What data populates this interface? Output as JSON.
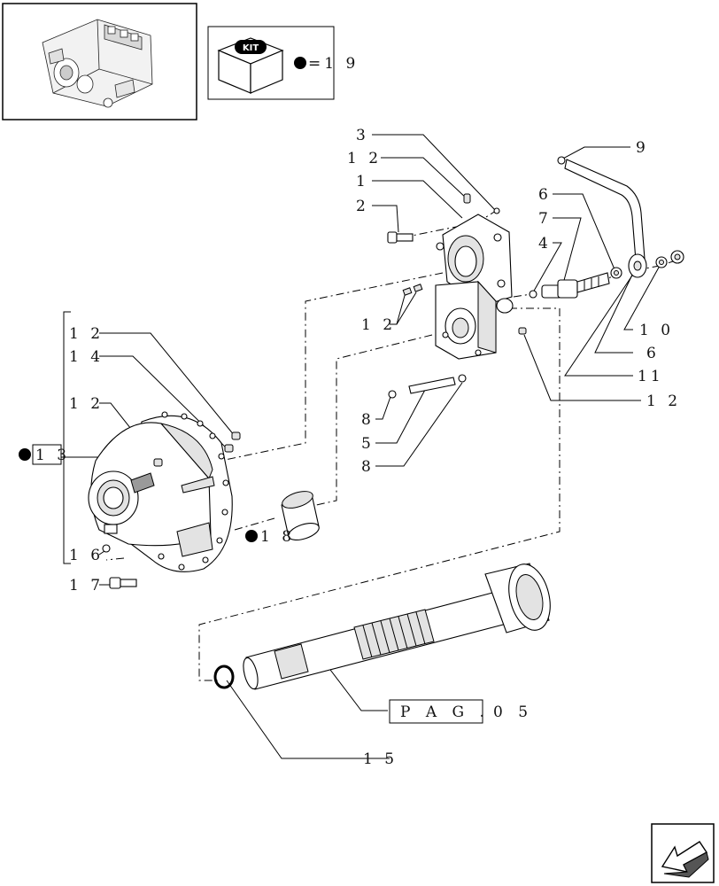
{
  "kit": {
    "badge_text": "KIT",
    "equals_text": "=1 9"
  },
  "page_ref": {
    "box_text": "P A G .",
    "number_text": "0 5"
  },
  "callouts": [
    {
      "id": "c3",
      "text": "3"
    },
    {
      "id": "c12a",
      "text": "1 2"
    },
    {
      "id": "c1",
      "text": "1"
    },
    {
      "id": "c2",
      "text": "2"
    },
    {
      "id": "c9",
      "text": "9"
    },
    {
      "id": "c6a",
      "text": "6"
    },
    {
      "id": "c7",
      "text": "7"
    },
    {
      "id": "c4",
      "text": "4"
    },
    {
      "id": "c12b",
      "text": "1 2"
    },
    {
      "id": "c10",
      "text": "1 0"
    },
    {
      "id": "c6b",
      "text": "6"
    },
    {
      "id": "c11",
      "text": "11"
    },
    {
      "id": "c12c",
      "text": "1 2"
    },
    {
      "id": "c12d",
      "text": "1 2"
    },
    {
      "id": "c14",
      "text": "1 4"
    },
    {
      "id": "c12e",
      "text": "1 2"
    },
    {
      "id": "c13",
      "text": "1 3"
    },
    {
      "id": "c8a",
      "text": "8"
    },
    {
      "id": "c5",
      "text": "5"
    },
    {
      "id": "c8b",
      "text": "8"
    },
    {
      "id": "c18",
      "text": "1 8"
    },
    {
      "id": "c16",
      "text": "1 6"
    },
    {
      "id": "c17",
      "text": "1 7"
    },
    {
      "id": "c15",
      "text": "1 5"
    }
  ]
}
